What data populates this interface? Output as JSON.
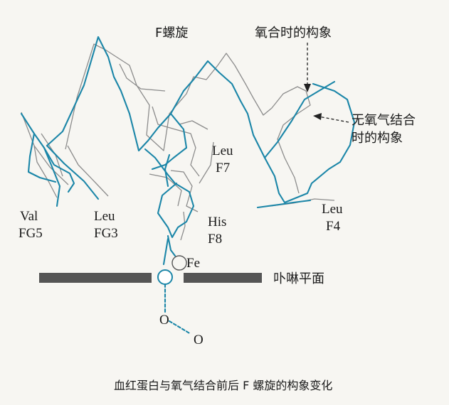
{
  "labels": {
    "f_helix": "F螺旋",
    "oxy_conformation": "氧合时的构象",
    "deoxy_line1": "无氧气结合",
    "deoxy_line2": "时的构象",
    "leu_f7_name": "Leu",
    "leu_f7_pos": "F7",
    "his_f8_name": "His",
    "his_f8_pos": "F8",
    "val_fg5_name": "Val",
    "val_fg5_pos": "FG5",
    "leu_fg3_name": "Leu",
    "leu_fg3_pos": "FG3",
    "leu_f4_name": "Leu",
    "leu_f4_pos": "F4",
    "fe": "Fe",
    "porphyrin_plane": "卟啉平面",
    "o_top": "O",
    "o_bottom": "O"
  },
  "caption": "血红蛋白与氧气结合前后 F 螺旋的构象变化",
  "colors": {
    "oxygenated": "#1b86a8",
    "deoxygenated": "#8c8c8c",
    "porphyrin_bar": "#555555",
    "background": "#f7f6f2"
  }
}
